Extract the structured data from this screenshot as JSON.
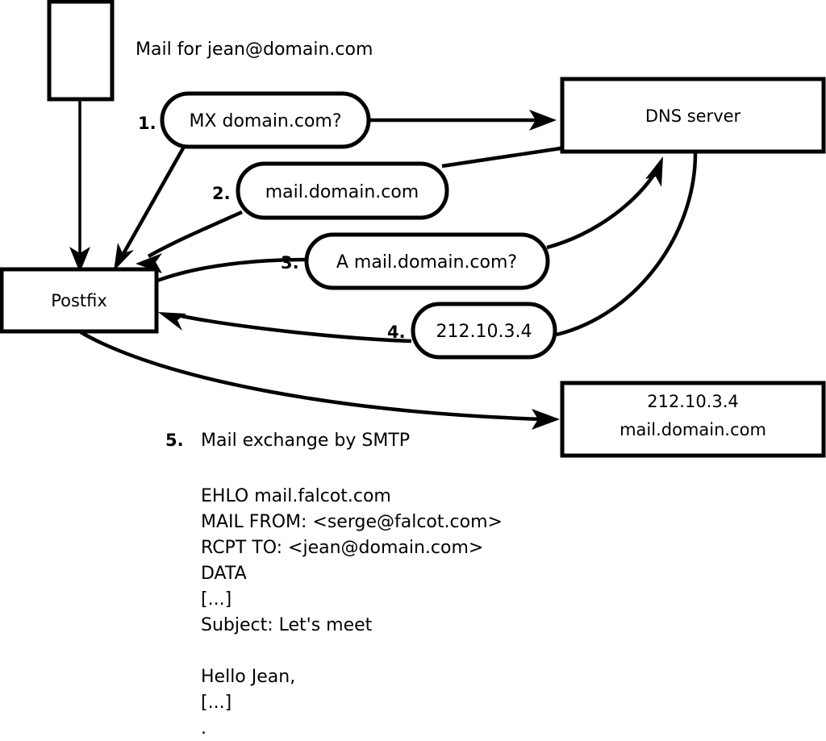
{
  "diagram": {
    "title_caption": "Mail for jean@domain.com",
    "nodes": {
      "sender_box": {
        "label": ""
      },
      "postfix_box": {
        "label": "Postfix"
      },
      "dns_box": {
        "label": "DNS server"
      },
      "target_box": {
        "line1": "212.10.3.4",
        "line2": "mail.domain.com"
      }
    },
    "steps": [
      {
        "number": "1.",
        "label": "MX domain.com?"
      },
      {
        "number": "2.",
        "label": "mail.domain.com"
      },
      {
        "number": "3.",
        "label": "A mail.domain.com?"
      },
      {
        "number": "4.",
        "label": "212.10.3.4"
      },
      {
        "number": "5.",
        "label": "Mail exchange by SMTP"
      }
    ],
    "smtp_transcript": [
      "EHLO mail.falcot.com",
      "MAIL FROM: <serge@falcot.com>",
      "RCPT TO: <jean@domain.com>",
      "DATA",
      "[...]",
      "Subject: Let's meet",
      "",
      "Hello Jean,",
      "[...]",
      "."
    ],
    "colors": {
      "stroke": "#000000",
      "fill": "#ffffff",
      "text": "#000000"
    }
  }
}
